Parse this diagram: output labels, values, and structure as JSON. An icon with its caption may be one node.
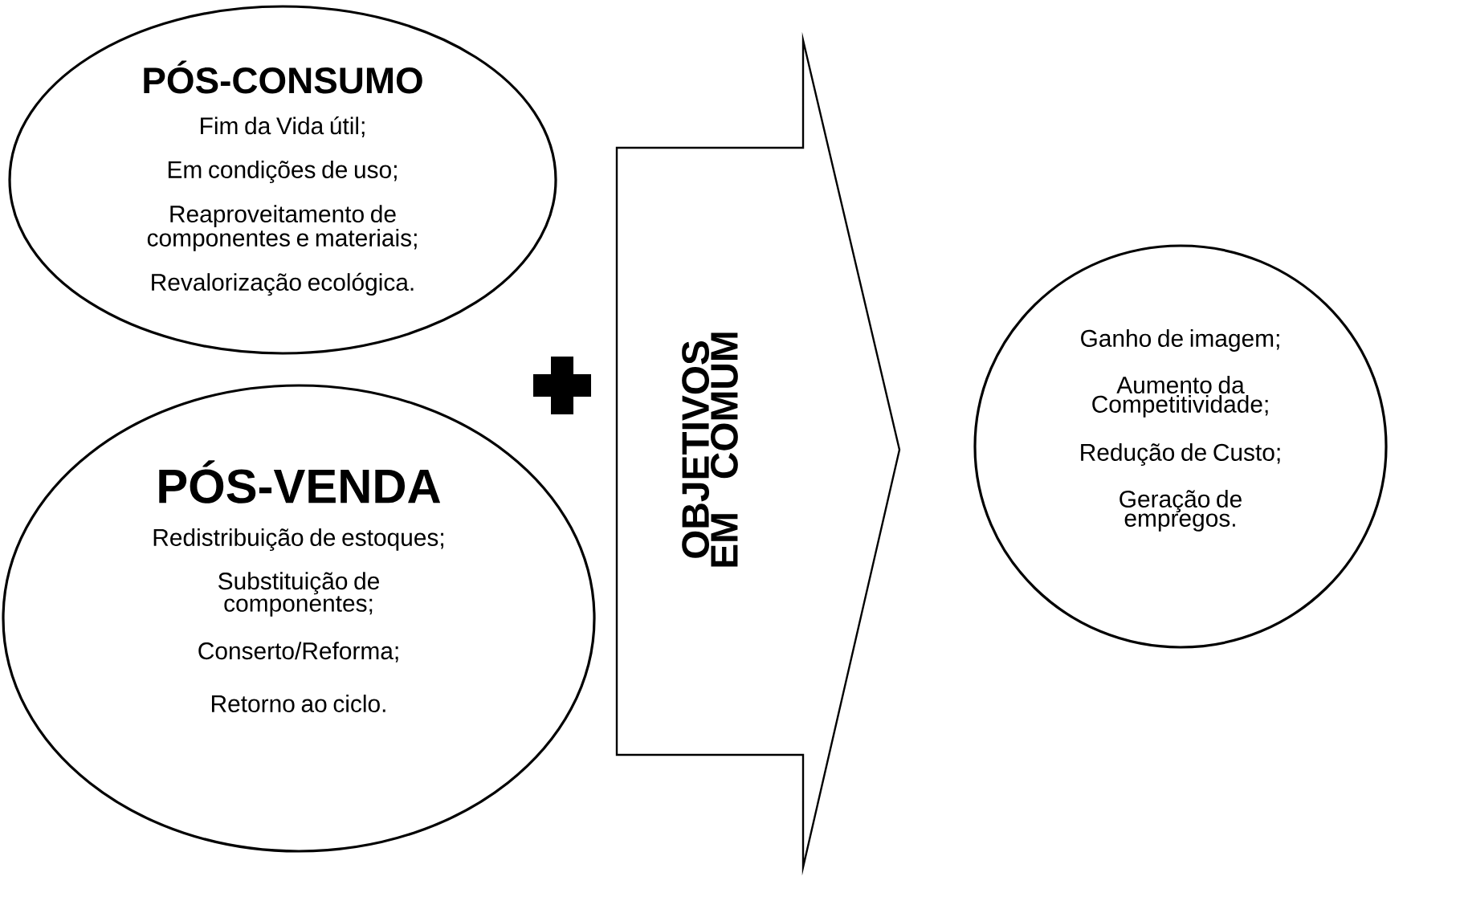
{
  "diagram": {
    "nodes": [
      {
        "text": [
          "PÓS-CONSUMO",
          "Fim da Vida útil;",
          "Em condições de uso;",
          "Reaproveitamento de componentes e materiais;",
          "Revalorização ecológica."
        ]
      },
      {
        "text": [
          "PÓS-VENDA",
          "Redistribuição de estoques;",
          "Substituição de componentes;",
          "Conserto/Reforma;",
          "Retorno ao ciclo."
        ]
      },
      {
        "text": [
          "OBJETIVOS EM COMUM"
        ]
      },
      {
        "text": [
          "Ganho de imagem;",
          "Aumento da Competitividade;",
          "Redução de Custo;",
          "Geração de empregos."
        ]
      }
    ],
    "edges": []
  }
}
